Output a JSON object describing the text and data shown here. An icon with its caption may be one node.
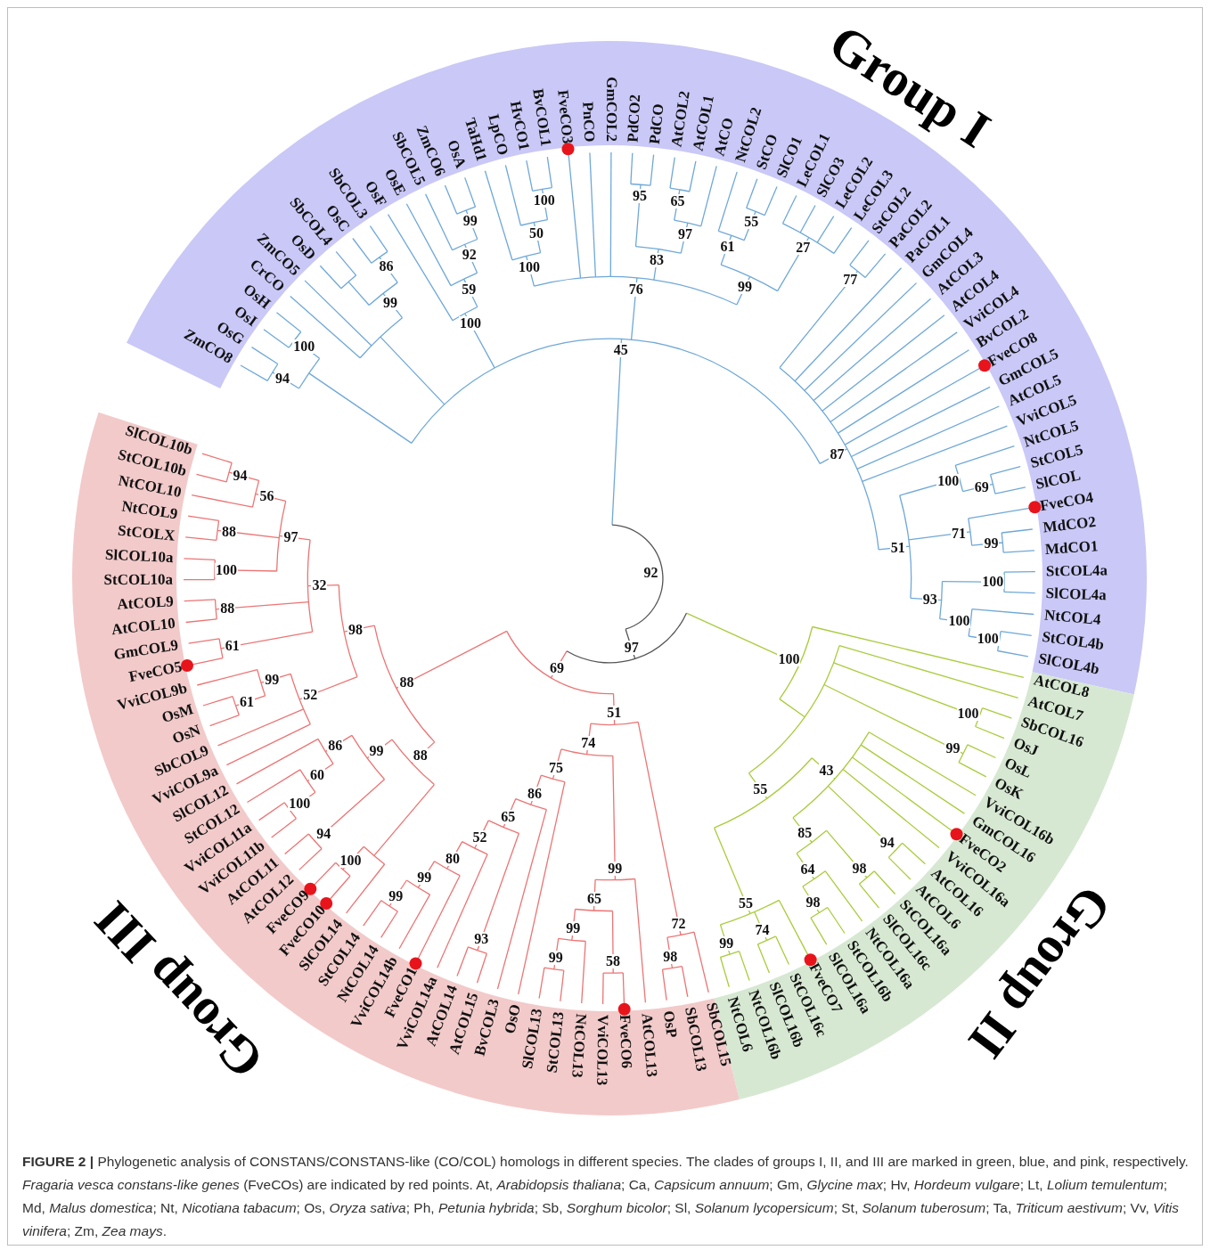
{
  "diagram": {
    "nodes": [
      {
        "text": [
          "Group I"
        ]
      },
      {
        "text": [
          "Group II"
        ]
      },
      {
        "text": [
          "Group III"
        ]
      }
    ],
    "labels": [
      "ZmCO8",
      "OsG",
      "OsI",
      "OsH",
      "CrCO",
      "ZmCO5",
      "OsD",
      "SbCOL4",
      "OsC",
      "SbCOL3",
      "OsF",
      "OsE",
      "SbCOL5",
      "ZmCO6",
      "OsA",
      "TaHd1",
      "LpCO",
      "HvCO1",
      "BvCOL1",
      "FveCO3",
      "PnCO",
      "GmCOL2",
      "PdCO2",
      "PdCO",
      "AtCOL2",
      "AtCOL1",
      "AtCO",
      "NtCOL2",
      "StCO",
      "SlCO1",
      "LeCOL1",
      "SlCO3",
      "LeCOL2",
      "LeCOL3",
      "StCOL2",
      "PaCOL2",
      "PaCOL1",
      "GmCOL4",
      "AtCOL3",
      "AtCOL4",
      "VviCOL4",
      "BvCOL2",
      "FveCO8",
      "GmCOL5",
      "AtCOL5",
      "VviCOL5",
      "NtCOL5",
      "StCOL5",
      "SlCOL",
      "FveCO4",
      "MdCO2",
      "MdCO1",
      "StCOL4a",
      "SlCOL4a",
      "NtCOL4",
      "StCOL4b",
      "SlCOL4b",
      "AtCOL8",
      "AtCOL7",
      "SbCOL16",
      "OsJ",
      "OsL",
      "OsK",
      "VviCOL16b",
      "GmCOL16",
      "FveCO2",
      "VviCOL16a",
      "AtCOL16",
      "AtCOL6",
      "StCOL16a",
      "SlCOL16c",
      "NtCOL16a",
      "StCOL16b",
      "SlCOL16a",
      "FveCO7",
      "StCOL16c",
      "SlCOL16b",
      "NtCOL16b",
      "NtCOL6",
      "SlCOL10b",
      "StCOL10b",
      "NtCOL10",
      "NtCOL9",
      "StCOLX",
      "SlCOL10a",
      "StCOL10a",
      "AtCOL9",
      "AtCOL10",
      "GmCOL9",
      "FveCO5",
      "VviCOL9b",
      "OsM",
      "OsN",
      "SbCOL9",
      "VviCOL9a",
      "SlCOL12",
      "StCOL12",
      "VviCOL11a",
      "VviCOL11b",
      "AtCOL11",
      "AtCOL12",
      "FveCO9",
      "FveCO10",
      "SlCOL14",
      "StCOL14",
      "NtCOL14",
      "VviCOL14b",
      "FveCO1",
      "VviCOL14a",
      "AtCOL14",
      "AtCOL15",
      "BvCOL3",
      "OsO",
      "SlCOL13",
      "StCOL13",
      "NtCOL13",
      "VviCOL13",
      "FveCO6",
      "AtCOL13",
      "OsP",
      "SbCOL13",
      "SbCOL15",
      "100",
      "95",
      "65",
      "99",
      "55",
      "50",
      "97",
      "92",
      "61",
      "27",
      "86",
      "100",
      "83",
      "59",
      "76",
      "99",
      "77",
      "99",
      "100",
      "100",
      "45",
      "94",
      "87",
      "94",
      "100",
      "56",
      "69",
      "88",
      "97",
      "71",
      "51",
      "99",
      "100",
      "92",
      "32",
      "100",
      "88",
      "93",
      "98",
      "100",
      "61",
      "97",
      "100",
      "69",
      "100",
      "99",
      "88",
      "61",
      "52",
      "51",
      "100",
      "86",
      "99",
      "74",
      "99",
      "88",
      "60",
      "75",
      "43",
      "86",
      "55",
      "100",
      "65",
      "94",
      "52",
      "85",
      "94",
      "100",
      "80",
      "99",
      "98",
      "99",
      "64",
      "99",
      "65",
      "55",
      "98",
      "99",
      "72",
      "74",
      "93",
      "99",
      "99",
      "58",
      "98"
    ],
    "caption": "**FIGURE 2 |** Phylogenetic analysis of CONSTANS/CONSTANS-like (CO/COL) homologs in different species. The clades of groups I, II, and III are marked in green, blue, and pink, respectively. *Fragaria vesca constans-like genes* (FveCOs) are indicated by red points. At, *Arabidopsis thaliana*; Ca, *Capsicum annuum*; Gm, *Glycine max*; Hv, *Hordeum vulgare*; Lt, *Lolium temulentum*; Md, *Malus domestica*; Nt, *Nicotiana tabacum*; Os, *Oryza sativa*; Ph, *Petunia hybrida*; Sb, *Sorghum bicolor*; Sl, *Solanum lycopersicum*; St, *Solanum tuberosum*; Ta, *Triticum aestivum*; Vv, *Vitis vinifera*; Zm, *Zea mays*."
  }
}
